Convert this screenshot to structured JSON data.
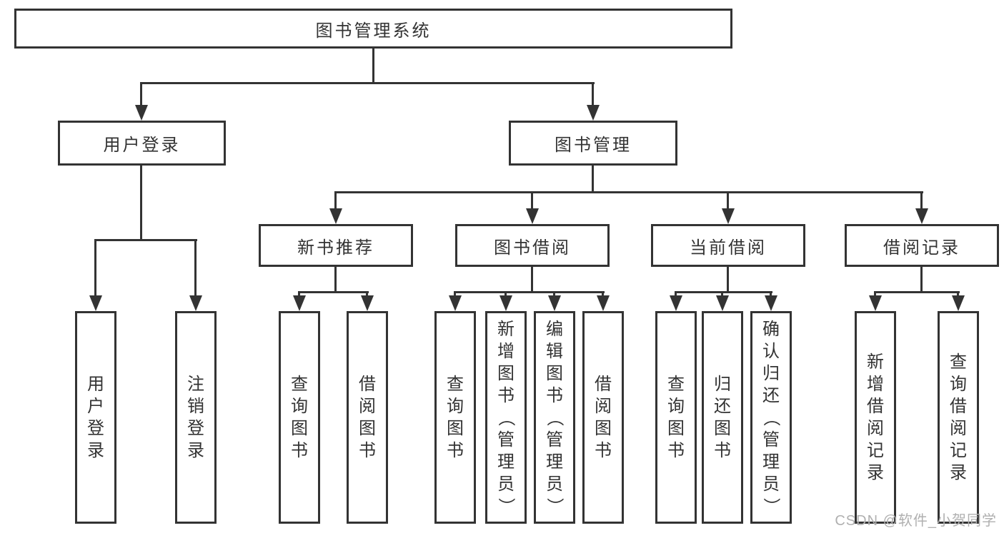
{
  "diagram": {
    "title": "图书管理系统",
    "root": {
      "label": "图书管理系统"
    },
    "level2": [
      {
        "label": "用户登录"
      },
      {
        "label": "图书管理"
      }
    ],
    "level3": [
      {
        "label": "新书推荐"
      },
      {
        "label": "图书借阅"
      },
      {
        "label": "当前借阅"
      },
      {
        "label": "借阅记录"
      }
    ],
    "leaves": {
      "user_login": [
        "用户登录",
        "注销登录"
      ],
      "new_book": [
        "查询图书",
        "借阅图书"
      ],
      "book_borrow": [
        "查询图书",
        "新增图书（管理员）",
        "编辑图书（管理员）",
        "借阅图书"
      ],
      "current_borrow": [
        "查询图书",
        "归还图书",
        "确认归还（管理员）"
      ],
      "borrow_record": [
        "新增借阅记录",
        "查询借阅记录"
      ]
    }
  },
  "watermark": {
    "text": "CSDN @软件_小贺同学",
    "color": "#b0b0b0"
  },
  "colors": {
    "line": "#333333",
    "border": "#333333",
    "text": "#333333",
    "background": "#ffffff"
  }
}
